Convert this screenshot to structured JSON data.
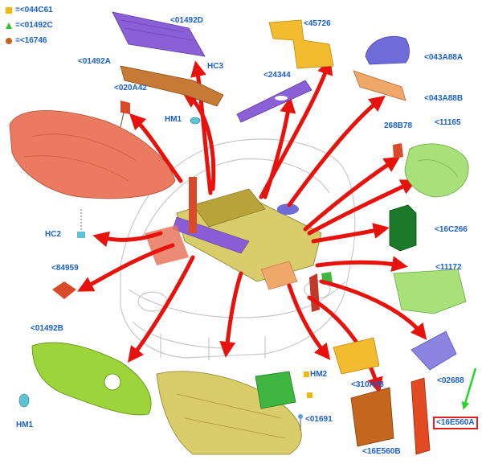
{
  "legend": [
    {
      "label": "=<044C61",
      "color": "#f2b705",
      "shape": "square"
    },
    {
      "label": "=<01492C",
      "color": "#2fc230",
      "shape": "triangle"
    },
    {
      "label": "=<16746",
      "color": "#c8641e",
      "shape": "circle"
    }
  ],
  "labels": {
    "l01492D": "<01492D",
    "l45726": "<45726",
    "l01492A": "<01492A",
    "hc3": "HC3",
    "l043A88A": "<043A88A",
    "l24344": "<24344",
    "l020A42": "<020A42",
    "l043A88B": "<043A88B",
    "hm1_top": "HM1",
    "l268B78": "268B78",
    "l11165": "<11165",
    "hc2": "HC2",
    "l16C266": "<16C266",
    "l84959": "<84959",
    "l11172": "<11172",
    "l01492B": "<01492B",
    "l310A58": "<310A58",
    "l02688": "<02688",
    "hm2": "HM2",
    "hm1_bot": "HM1",
    "l01691": "<01691",
    "l16E560A": "<16E560A",
    "l16E560B": "<16E560B"
  },
  "colors": {
    "red_arrow": "#e8120c",
    "label_blue": "#1a5fd0",
    "highlight": "#e02020",
    "pointer_green": "#27d52b"
  }
}
